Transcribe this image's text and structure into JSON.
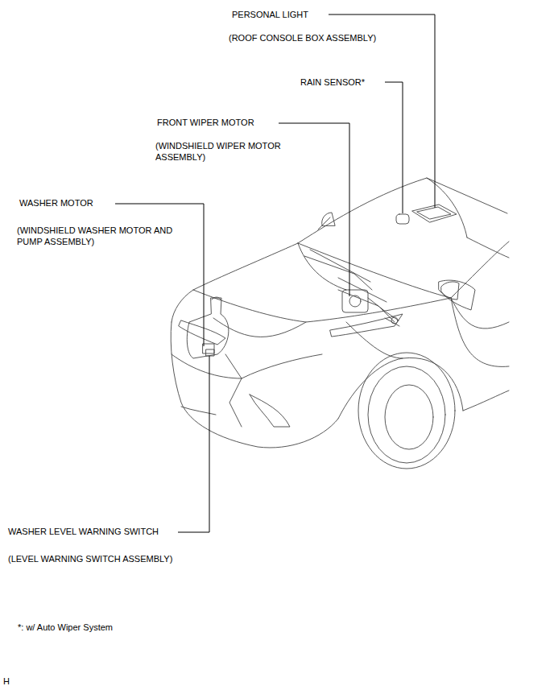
{
  "diagram": {
    "labels": [
      "PERSONAL LIGHT",
      "(ROOF CONSOLE BOX ASSEMBLY)",
      "RAIN SENSOR*",
      "FRONT WIPER MOTOR",
      "(WINDSHIELD WIPER MOTOR ASSEMBLY)",
      "WASHER MOTOR",
      "(WINDSHIELD WASHER MOTOR AND PUMP ASSEMBLY)",
      "WASHER LEVEL WARNING SWITCH",
      "(LEVEL WARNING SWITCH ASSEMBLY)",
      "*: w/ Auto Wiper System",
      "H"
    ]
  }
}
